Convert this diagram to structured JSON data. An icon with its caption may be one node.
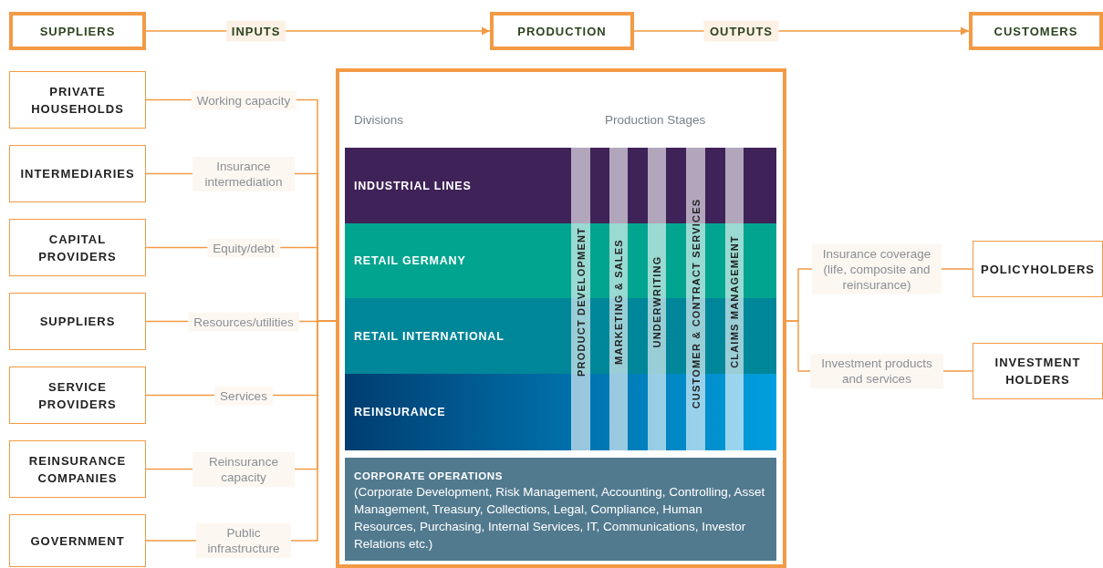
{
  "diagram": {
    "nodes": [
      {
        "text": [
          "SUPPLIERS"
        ]
      },
      {
        "text": [
          "PRODUCTION"
        ]
      },
      {
        "text": [
          "CUSTOMERS"
        ]
      },
      {
        "text": [
          "Divisions",
          "Production Stages"
        ]
      },
      {
        "text": [
          "INDUSTRIAL LINES"
        ],
        "in": 3
      },
      {
        "text": [
          "RETAIL GERMANY"
        ],
        "in": 3
      },
      {
        "text": [
          "RETAIL INTERNATIONAL"
        ],
        "in": 3
      },
      {
        "text": [
          "REINSURANCE"
        ],
        "in": 3
      },
      {
        "text": [
          "PRODUCT DEVELOPMENT"
        ],
        "in": 3
      },
      {
        "text": [
          "MARKETING & SALES"
        ],
        "in": 3
      },
      {
        "text": [
          "UNDERWRITING"
        ],
        "in": 3
      },
      {
        "text": [
          "CUSTOMER & CONTRACT SERVICES"
        ],
        "in": 3
      },
      {
        "text": [
          "CLAIMS MANAGEMENT"
        ],
        "in": 3
      },
      {
        "text": [
          "CORPORATE OPERATIONS",
          "(Corporate Development, Risk Management, Accounting, Controlling, Asset Management, Treasury, Collections, Legal, Compliance, Human Resources, Purchasing, Internal Services, IT, Communications, Investor Relations etc.)"
        ],
        "in": 3
      },
      {
        "text": [
          "PRIVATE HOUSEHOLDS"
        ]
      },
      {
        "text": [
          "INTERMEDIARIES"
        ]
      },
      {
        "text": [
          "CAPITAL PROVIDERS"
        ]
      },
      {
        "text": [
          "SUPPLIERS"
        ]
      },
      {
        "text": [
          "SERVICE PROVIDERS"
        ]
      },
      {
        "text": [
          "REINSURANCE COMPANIES"
        ]
      },
      {
        "text": [
          "GOVERNMENT"
        ]
      },
      {
        "text": [
          "POLICYHOLDERS"
        ]
      },
      {
        "text": [
          "INVESTMENT HOLDERS"
        ]
      }
    ],
    "edges": [
      {
        "from": 0,
        "to": 1,
        "label": "INPUTS",
        "arrow": "to"
      },
      {
        "from": 1,
        "to": 2,
        "label": "OUTPUTS",
        "arrow": "to"
      },
      {
        "from": 14,
        "to": 3,
        "label": "Working capacity",
        "arrow": "none"
      },
      {
        "from": 15,
        "to": 3,
        "label": "Insurance intermediation",
        "arrow": "none"
      },
      {
        "from": 16,
        "to": 3,
        "label": "Equity/debt",
        "arrow": "none"
      },
      {
        "from": 17,
        "to": 3,
        "label": "Resources/utilities",
        "arrow": "none"
      },
      {
        "from": 18,
        "to": 3,
        "label": "Services",
        "arrow": "none"
      },
      {
        "from": 19,
        "to": 3,
        "label": "Reinsurance capacity",
        "arrow": "none"
      },
      {
        "from": 20,
        "to": 3,
        "label": "Public infrastructure",
        "arrow": "none"
      },
      {
        "from": 3,
        "to": 21,
        "label": "Insurance coverage (life, composite and reinsurance)",
        "arrow": "none"
      },
      {
        "from": 3,
        "to": 22,
        "label": "Investment products and services",
        "arrow": "none"
      }
    ]
  }
}
